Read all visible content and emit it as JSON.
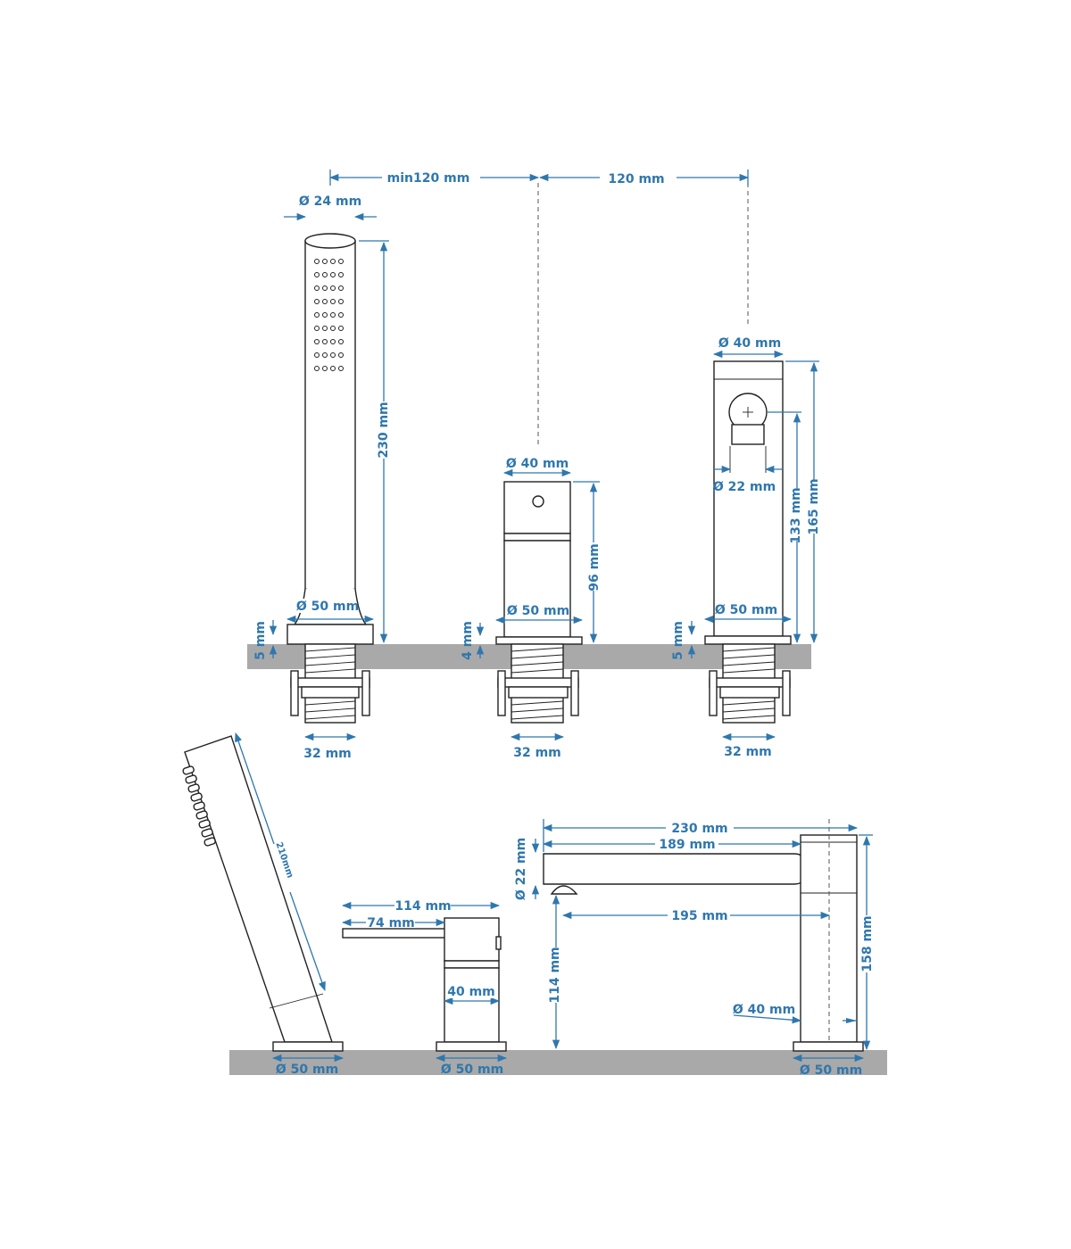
{
  "colors": {
    "dimension": "#2f77ad",
    "countertop": "#a9a9a9",
    "outline": "#222222"
  },
  "labels": {
    "top_spacing_1": "min120 mm",
    "top_spacing_2": "120 mm",
    "handshower_dia": "Ø 24 mm",
    "handshower_height": "230 mm",
    "handshower_base": "Ø 50 mm",
    "handshower_gap": "5 mm",
    "handshower_thread": "32 mm",
    "diverter_dia": "Ø 40 mm",
    "diverter_height": "96 mm",
    "diverter_base": "Ø 50 mm",
    "diverter_gap": "4 mm",
    "diverter_thread": "32 mm",
    "spout_dia": "Ø 40 mm",
    "spout_outlet": "Ø 22 mm",
    "spout_h1": "133 mm",
    "spout_h2": "165 mm",
    "spout_base": "Ø 50 mm",
    "spout_gap": "5 mm",
    "spout_thread": "32 mm",
    "side_handshower_len": "210mm",
    "side_handshower_base": "Ø 50 mm",
    "side_mixer_total": "114 mm",
    "side_mixer_lever": "74 mm",
    "side_mixer_dia": "40 mm",
    "side_mixer_base": "Ø 50 mm",
    "side_spout_total": "230 mm",
    "side_spout_reach": "189 mm",
    "side_spout_pipe": "Ø 22 mm",
    "side_spout_inner": "195 mm",
    "side_spout_clearance": "114 mm",
    "side_spout_height": "158 mm",
    "side_spout_dia": "Ø 40 mm",
    "side_spout_base": "Ø 50 mm"
  }
}
